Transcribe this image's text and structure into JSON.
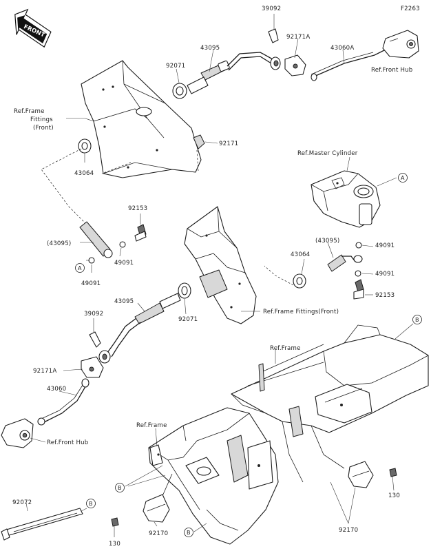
{
  "figure_code": "F2263",
  "front_badge": "FRONT",
  "callouts": {
    "p39092_top": "39092",
    "p43095_top": "43095",
    "p92171A_top": "92171A",
    "p43060A": "43060A",
    "ref_front_hub_top": "Ref.Front Hub",
    "p92071_top": "92071",
    "ref_frame_fittings_front_1": "Ref.Frame",
    "ref_frame_fittings_front_2": "Fittings",
    "ref_frame_fittings_front_3": "(Front)",
    "p92171": "92171",
    "p43064_left": "43064",
    "ref_master_cylinder": "Ref.Master Cylinder",
    "p92153_left": "92153",
    "p43095_paren_left": "(43095)",
    "p49091_left_a": "49091",
    "p49091_left_b": "49091",
    "p43064_right": "43064",
    "p43095_paren_right": "(43095)",
    "p49091_right_a": "49091",
    "p49091_right_b": "49091",
    "p92153_right": "92153",
    "p43095_mid": "43095",
    "p92071_mid": "92071",
    "p39092_mid": "39092",
    "ref_frame_fittings_front_long": "Ref.Frame Fittings(Front)",
    "ref_frame_top": "Ref.Frame",
    "p92171A_mid": "92171A",
    "p43060": "43060",
    "ref_front_hub_bottom": "Ref.Front Hub",
    "ref_frame_bottom": "Ref.Frame",
    "p92072": "92072",
    "p92170_left": "92170",
    "p92170_right": "92170",
    "p130_right": "130",
    "p130_left": "130"
  },
  "ref_marks": {
    "a_master": "A",
    "a_left": "A",
    "b_top_right": "B",
    "b_mid_left": "B",
    "b_strap": "B",
    "b_bottom": "B"
  }
}
